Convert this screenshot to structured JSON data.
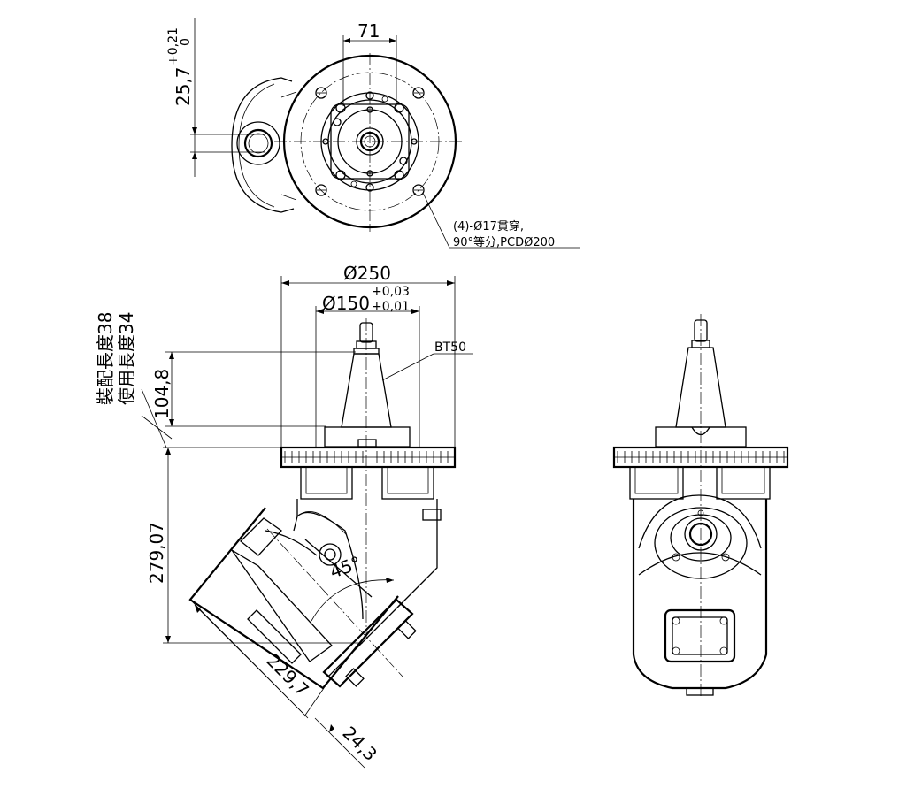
{
  "dims": {
    "d71": "71",
    "d25_7": "25,7",
    "d25_7_tol_up": "+0,21",
    "d25_7_tol_lo": "0",
    "d250": "Ø250",
    "d150": "Ø150",
    "d150_tol_up": "+0,03",
    "d150_tol_lo": "+0,01",
    "bt50": "BT50",
    "d104_8": "104,8",
    "len38": "裝配長度38",
    "len34": "使用長度34",
    "d279_07": "279,07",
    "d229_7": "229,7",
    "d24_3": "24,3",
    "angle45": "45°"
  },
  "notes": {
    "holes_line1": "(4)-Ø17貫穿,",
    "holes_line2": "90°等分,PCDØ200"
  }
}
